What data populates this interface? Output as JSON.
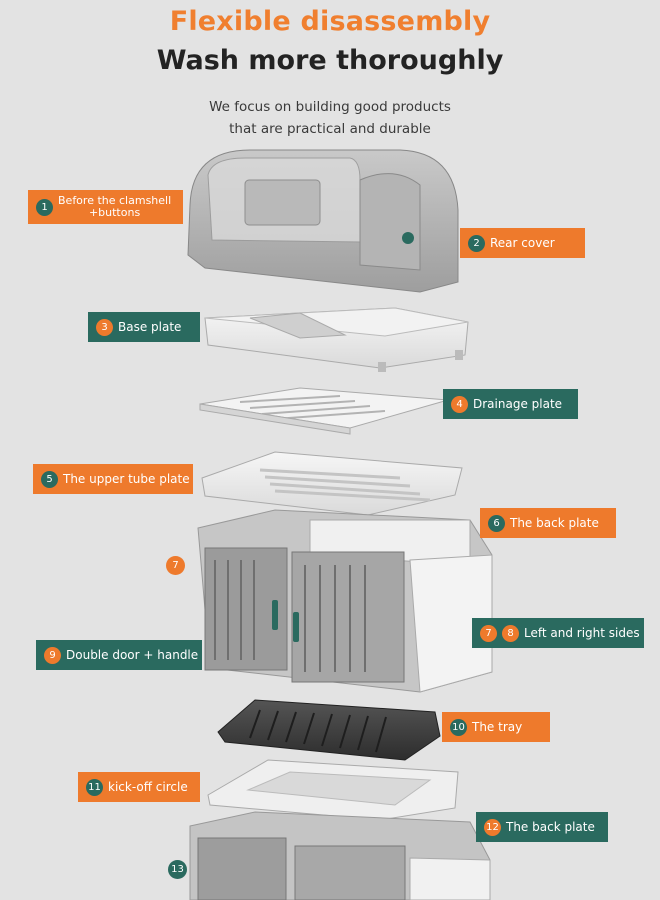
{
  "header": {
    "title_accent": "Flexible disassembly",
    "title_main": "Wash more thoroughly",
    "subtitle_line1": "We focus on building good products",
    "subtitle_line2": "that are practical and durable"
  },
  "callouts": [
    {
      "num": "1",
      "label_line1": "Before the clamshell",
      "label_line2": "+buttons",
      "color": "orange"
    },
    {
      "num": "2",
      "label": "Rear cover",
      "color": "orange"
    },
    {
      "num": "3",
      "label": "Base plate",
      "color": "teal"
    },
    {
      "num": "4",
      "label": "Drainage plate",
      "color": "teal"
    },
    {
      "num": "5",
      "label": "The upper tube plate",
      "color": "orange"
    },
    {
      "num": "6",
      "label": "The back plate",
      "color": "orange"
    },
    {
      "num": "7",
      "color": "orange"
    },
    {
      "num_a": "7",
      "num_b": "8",
      "label": "Left and right sides",
      "color": "teal"
    },
    {
      "num": "9",
      "label": "Double door + handle",
      "color": "teal"
    },
    {
      "num": "10",
      "label": "The tray",
      "color": "orange"
    },
    {
      "num": "11",
      "label": "kick-off circle",
      "color": "orange"
    },
    {
      "num": "12",
      "label": "The back plate",
      "color": "teal"
    },
    {
      "num": "13",
      "color": "teal"
    }
  ],
  "colors": {
    "accent": "#ee7a2c",
    "teal": "#2a6a5f",
    "background": "#e3e3e3"
  }
}
